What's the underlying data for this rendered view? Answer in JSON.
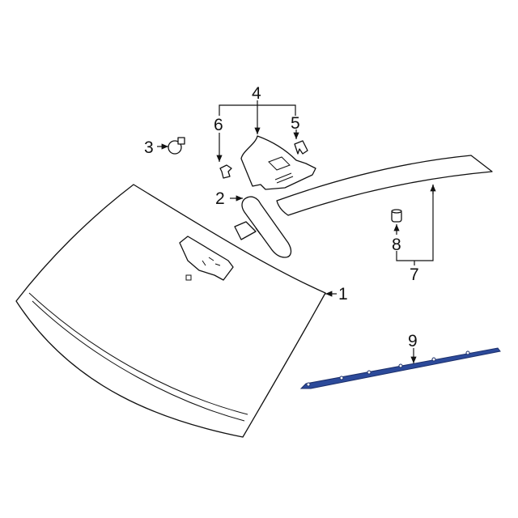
{
  "diagram": {
    "callouts": [
      {
        "number": "1",
        "part": "windshield"
      },
      {
        "number": "2",
        "part": "rearview-mirror"
      },
      {
        "number": "3",
        "part": "sensor"
      },
      {
        "number": "4",
        "part": "mirror-cover"
      },
      {
        "number": "5",
        "part": "clip"
      },
      {
        "number": "6",
        "part": "fastener"
      },
      {
        "number": "7",
        "part": "pillar-trim"
      },
      {
        "number": "8",
        "part": "plug"
      },
      {
        "number": "9",
        "part": "molding"
      }
    ],
    "colors": {
      "line": "#111111",
      "highlight": "#2c4a9a",
      "background": "#ffffff"
    }
  }
}
